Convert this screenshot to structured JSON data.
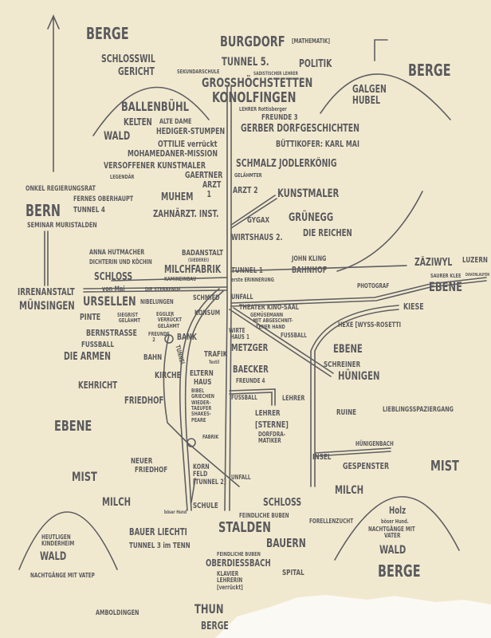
{
  "labels": [
    "BERGE",
    "BURGDORF",
    "[MATHEMATIK]",
    "SCHLOSSWIL",
    "GERICHT",
    "TUNNEL 5.",
    "SEKUNDARSCHULE",
    "SADISTISCHER LEHRER",
    "POLITIK",
    "BERGE",
    "GROSSHÖCHSTETTEN",
    "KONOLFINGEN",
    "GALGEN\nHUBEL",
    "BALLENBÜHL",
    "LEHRER Rottisberger",
    "KELTEN",
    "ALTE DAME",
    "FREUNDE 3",
    "HEDIGER-STUMPEN",
    "GERBER DORFGESCHICHTEN",
    "WALD",
    "OTTILIE verrückt",
    "BÜTTIKOFER: KARL MAI",
    "MOHAMEDANER-MISSION",
    "VERSOFFENER KUNSTMALER",
    "LEGENDÄR",
    "SCHMALZ JODLERKÖNIG",
    "GAERTNER",
    "GELÄHMTER",
    "ARZT\n  1",
    "ARZT 2",
    "ONKEL REGIERUNGSRAT",
    "FERNES OBERHAUPT",
    "MUHEM",
    "KUNSTMALER",
    "BERN",
    "TUNNEL 4",
    "ZAHNÄRZT. INST.",
    "GYGAX",
    "GRÜNEGG",
    "SEMINAR MURISTALDEN",
    "WIRTSHAUS 2.",
    "DIE REICHEN",
    "ANNA HUTMACHER",
    "DICHTERIN UND KÖCHIN",
    "BADANSTALT",
    "(SIEDEREI)",
    "MILCHFABRIK",
    "KAMINEINBAU",
    "JOHN KLING",
    "BAHNHOF",
    "SCHLOSS",
    "von Mai",
    "TUNNEL 1",
    "erste ERINNERUNG",
    "ZÄZIWYL",
    "LUZERN",
    "SAURER KLEE",
    "DAVONLAUFEN",
    "EBENE",
    "IRRENANSTALT",
    "DIE STERBENDE",
    "PHOTOGRAF",
    "MÜNSINGEN",
    "URSELLEN",
    "NIBELUNGEN",
    "SCHMIED",
    "UNFALL",
    "THEATER KINO-SAAL",
    "KIESE",
    "KONSUM",
    "GEMÜSEMANN\n  MIT ABGESCHNIT-\n    TENER HAND",
    "PINTE",
    "SIEGRIST\n GELÄHMT",
    "EGGLER\n VERRÜCKT\n GELÄHMT",
    "HEXE [WYSS-ROSETTI",
    "BERNSTRASSE",
    "FREUNDE\n   2",
    "WIRTE\n HAUS 1",
    "FUSSBALL",
    "BANK",
    "FUSSBALL",
    "TUNNEL",
    "DIE ARMEN",
    "BAHN",
    "TRAFIK",
    "Textil",
    "METZGER",
    "EBENE",
    "SCHREINER",
    "BAECKER",
    "HÜNIGEN",
    "KIRCHE",
    "ELTERN\n  HAUS",
    "KEHRICHT",
    "FREUNDE 4",
    "BIBEL\nGRIECHEN\nWIEDER-\nTAEUFER\nSHAKES-\nPEARE",
    "FRIEDHOF",
    "FUSSBALL",
    "LEHRER",
    "RUINE",
    "LIEBLINGSSPAZIERGANG",
    "LEHRER",
    "[STERNE]",
    "DORFDRA-\nMATIKER",
    "EBENE",
    "FABRIK",
    "HÜNIGENBACH",
    "NEUER\n  FRIEDHOF",
    "INSEL",
    "GESPENSTER",
    "MIST",
    "MIST",
    "KORN\nFELD\n[TUNNEL 2]",
    "UNFALL",
    "MILCH",
    "MILCH",
    "SCHULE",
    "böser Hund",
    "SCHLOSS",
    "FEINDLICHE BUBEN",
    "STALDEN",
    "FORELLENZUCHT",
    "Holz",
    "böser Hund.",
    "NACHTGÄNGE MIT\n          VATER",
    "HEUTLIGEN\nKINDERHEIM",
    "BAUER LIECHTI",
    "BAUERN",
    "TUNNEL 3 im TENN",
    "FEINDLICHE BUBEN",
    "WALD",
    "WALD",
    "OBERDIESSBACH",
    "NACHTGÄNGE MIT VATEP",
    "KLAVIER\nLEHRERIN\n[verrückt]",
    "SPITAL",
    "BERGE",
    "AMBOLDINGEN",
    "THUN",
    "BERGE"
  ],
  "colors": {
    "paper": "#f1e9cf",
    "ink": "#5a5a5e"
  }
}
